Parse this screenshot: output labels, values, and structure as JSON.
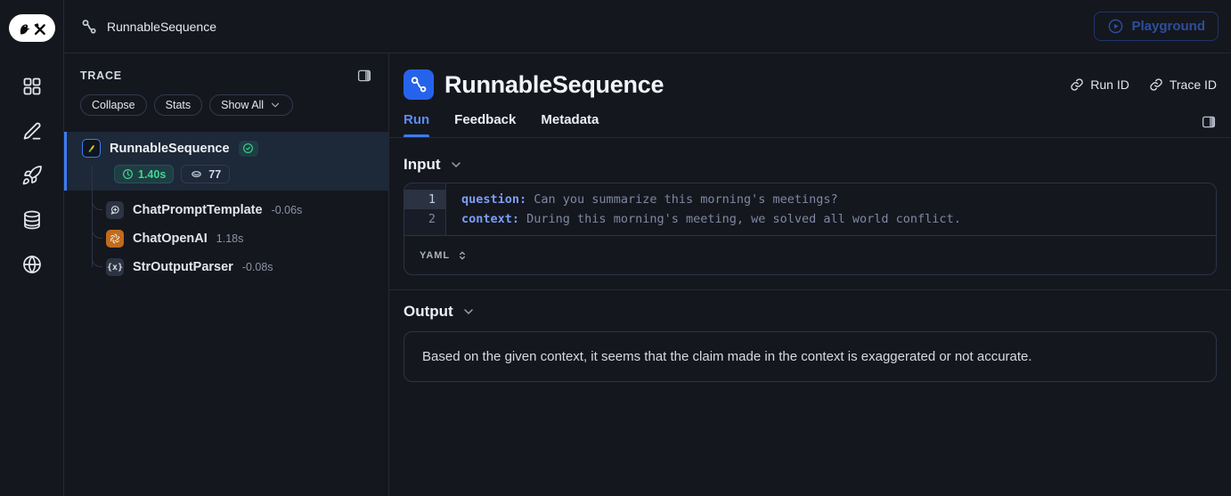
{
  "topbar": {
    "breadcrumb": "RunnableSequence",
    "playground_label": "Playground"
  },
  "rail": {
    "logo": "langsmith-parrot-tools-logo",
    "icons": [
      "grid-icon",
      "pencil-icon",
      "rocket-icon",
      "database-icon",
      "globe-icon"
    ]
  },
  "trace_panel": {
    "title": "TRACE",
    "collapse_label": "Collapse",
    "stats_label": "Stats",
    "show_all_label": "Show All",
    "root": {
      "name": "RunnableSequence",
      "status": "success",
      "latency": "1.40s",
      "tokens": "77"
    },
    "children": [
      {
        "name": "ChatPromptTemplate",
        "latency": "-0.06s",
        "icon": "chat-plus-icon"
      },
      {
        "name": "ChatOpenAI",
        "latency": "1.18s",
        "icon": "openai-icon"
      },
      {
        "name": "StrOutputParser",
        "latency": "-0.08s",
        "icon": "braces-icon",
        "glyph": "{x}"
      }
    ]
  },
  "main": {
    "title": "RunnableSequence",
    "run_id_label": "Run ID",
    "trace_id_label": "Trace ID",
    "tabs": [
      {
        "label": "Run"
      },
      {
        "label": "Feedback"
      },
      {
        "label": "Metadata"
      }
    ],
    "input": {
      "title": "Input",
      "format": "YAML",
      "lines": [
        {
          "number": "1",
          "key": "question:",
          "value": " Can you summarize this morning's meetings?"
        },
        {
          "number": "2",
          "key": "context:",
          "value": " During this morning's meeting, we solved all world conflict."
        }
      ]
    },
    "output": {
      "title": "Output",
      "text": "Based on the given context, it seems that the claim made in the context is exaggerated or not accurate."
    }
  },
  "colors": {
    "accent_blue": "#3d7df5",
    "tab_blue": "#5a8df6",
    "success_green": "#3fd68f",
    "openai_orange": "#c06b1d",
    "selected_row_bg": "#1d2838",
    "border": "#2b3347",
    "code_key": "#7b9ef8",
    "code_value": "#7e88a3"
  }
}
